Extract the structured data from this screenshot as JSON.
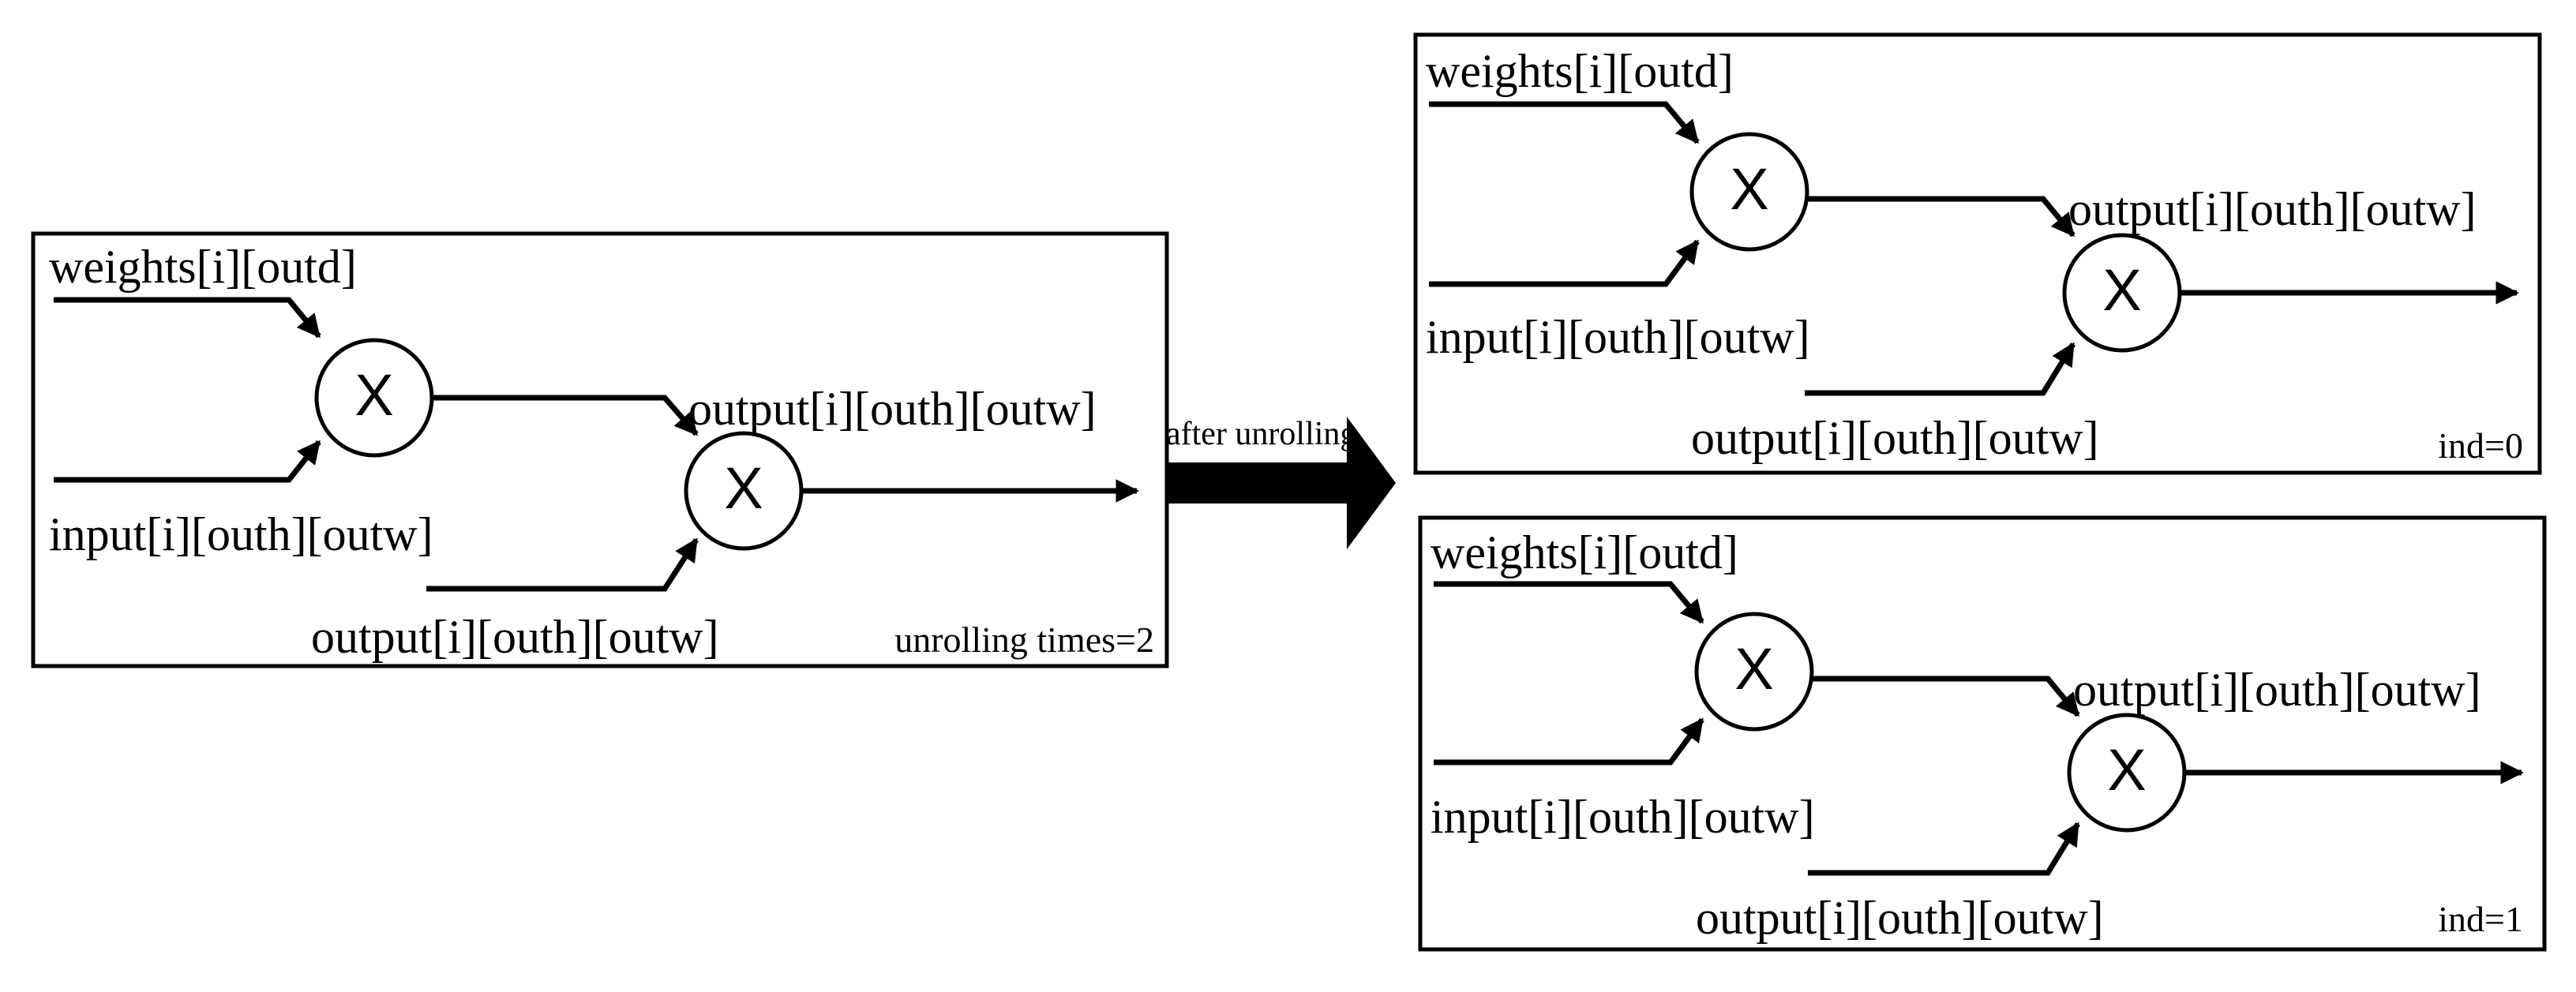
{
  "before": {
    "weights": "weights[i][outd]",
    "input": "input[i][outh][outw]",
    "output_top": "output[i][outh][outw]",
    "output_bottom": "output[i][outh][outw]",
    "op_mul1": "X",
    "op_mul2": "X",
    "note": "unrolling times=2"
  },
  "transition": {
    "label": "after unrolling"
  },
  "unrolled": [
    {
      "weights": "weights[i][outd]",
      "input": "input[i][outh][outw]",
      "output_top": "output[i][outh][outw]",
      "output_bottom": "output[i][outh][outw]",
      "op_mul1": "X",
      "op_mul2": "X",
      "index": "ind=0"
    },
    {
      "weights": "weights[i][outd]",
      "input": "input[i][outh][outw]",
      "output_top": "output[i][outh][outw]",
      "output_bottom": "output[i][outh][outw]",
      "op_mul1": "X",
      "op_mul2": "X",
      "index": "ind=1"
    }
  ]
}
